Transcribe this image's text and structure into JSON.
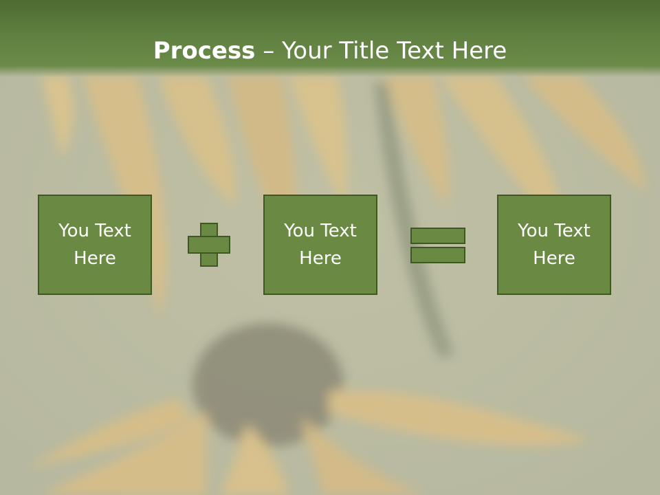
{
  "slide": {
    "title_bold": "Process",
    "title_rest": " – Your Title Text Here"
  },
  "boxes": [
    {
      "line1": "You Text",
      "line2": "Here"
    },
    {
      "line1": "You Text",
      "line2": "Here"
    },
    {
      "line1": "You Text",
      "line2": "Here"
    }
  ],
  "operators": [
    "plus-icon",
    "equals-icon"
  ],
  "colors": {
    "header": "#5f8040",
    "box_fill": "#6a8a43",
    "box_border": "#3e5723",
    "text": "#ffffff"
  }
}
